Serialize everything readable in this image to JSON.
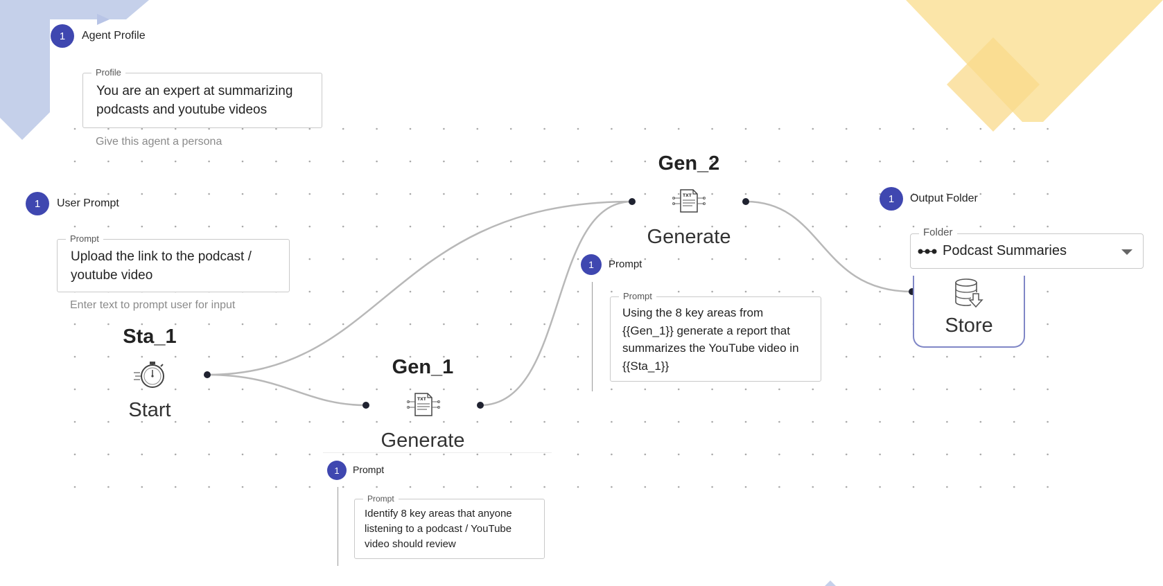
{
  "agent_profile": {
    "step": "1",
    "title": "Agent Profile",
    "field_label": "Profile",
    "value": "You are an expert at summarizing podcasts and youtube videos",
    "helper": "Give this agent a persona"
  },
  "user_prompt": {
    "step": "1",
    "title": "User Prompt",
    "field_label": "Prompt",
    "value": "Upload the link to the podcast / youtube video",
    "helper": "Enter text to prompt user for input"
  },
  "nodes": {
    "start": {
      "id": "Sta_1",
      "type": "Start",
      "icon": "stopwatch-icon"
    },
    "gen_1": {
      "id": "Gen_1",
      "type": "Generate",
      "icon": "text-document-icon",
      "prompt_step": "1",
      "prompt_title": "Prompt",
      "prompt_label": "Prompt",
      "prompt_value": "Identify 8 key areas that anyone listening to a podcast / YouTube video should review"
    },
    "gen_2": {
      "id": "Gen_2",
      "type": "Generate",
      "icon": "text-document-icon",
      "prompt_step": "1",
      "prompt_title": "Prompt",
      "prompt_label": "Prompt",
      "prompt_value": "Using the 8 key areas from {{Gen_1}} generate a report that summarizes the YouTube video in {{Sta_1}}"
    },
    "store": {
      "type": "Store",
      "icon": "database-download-icon"
    }
  },
  "output_folder": {
    "step": "1",
    "title": "Output Folder",
    "field_label": "Folder",
    "value": "Podcast Summaries",
    "icon": "more-dots-icon"
  },
  "edges": [
    {
      "from": "Sta_1",
      "to": "Gen_1"
    },
    {
      "from": "Sta_1",
      "to": "Gen_2"
    },
    {
      "from": "Gen_1",
      "to": "Gen_2"
    },
    {
      "from": "Gen_2",
      "to": "Store"
    }
  ],
  "colors": {
    "accent": "#3f47b0",
    "store_border": "#7f86c6",
    "deco_blue": "#c5d0ea",
    "deco_yellow": "#fbe5a8",
    "deco_yellow_dark": "#f9d98b"
  }
}
